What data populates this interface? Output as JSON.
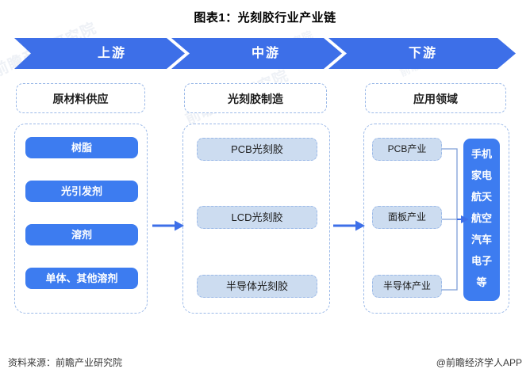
{
  "title": "图表1：光刻胶行业产业链",
  "colors": {
    "accent_blue": "#3d7cf0",
    "banner_blue": "#3d6fe8",
    "soft_blue": "#ccdcf0",
    "dashed_border": "#9bb9e8",
    "text_dark": "#1c1c1c"
  },
  "banner": {
    "segments": [
      {
        "label": "上游"
      },
      {
        "label": "中游"
      },
      {
        "label": "下游"
      }
    ]
  },
  "columns": [
    {
      "header": "原材料供应",
      "style": "solid",
      "items": [
        {
          "label": "树脂"
        },
        {
          "label": "光引发剂"
        },
        {
          "label": "溶剂"
        },
        {
          "label": "单体、其他溶剂"
        }
      ]
    },
    {
      "header": "光刻胶制造",
      "style": "soft",
      "items": [
        {
          "label": "PCB光刻胶"
        },
        {
          "label": "LCD光刻胶"
        },
        {
          "label": "半导体光刻胶"
        }
      ]
    },
    {
      "header": "应用领域",
      "style": "soft",
      "items": [
        {
          "label": "PCB产业"
        },
        {
          "label": "面板产业"
        },
        {
          "label": "半导体产业"
        }
      ],
      "application_box": {
        "lines": [
          "手机",
          "家电",
          "航天",
          "航空",
          "汽车",
          "电子",
          "等"
        ]
      }
    }
  ],
  "watermarks": [
    "前瞻产业研究院",
    "前瞻产业研究院",
    "前瞻产业研究院",
    "前瞻产业研究院",
    "前瞻产业研究院",
    "前瞻产业研究院"
  ],
  "footer": {
    "source": "资料来源：前瞻产业研究院",
    "brand": "@前瞻经济学人APP"
  }
}
